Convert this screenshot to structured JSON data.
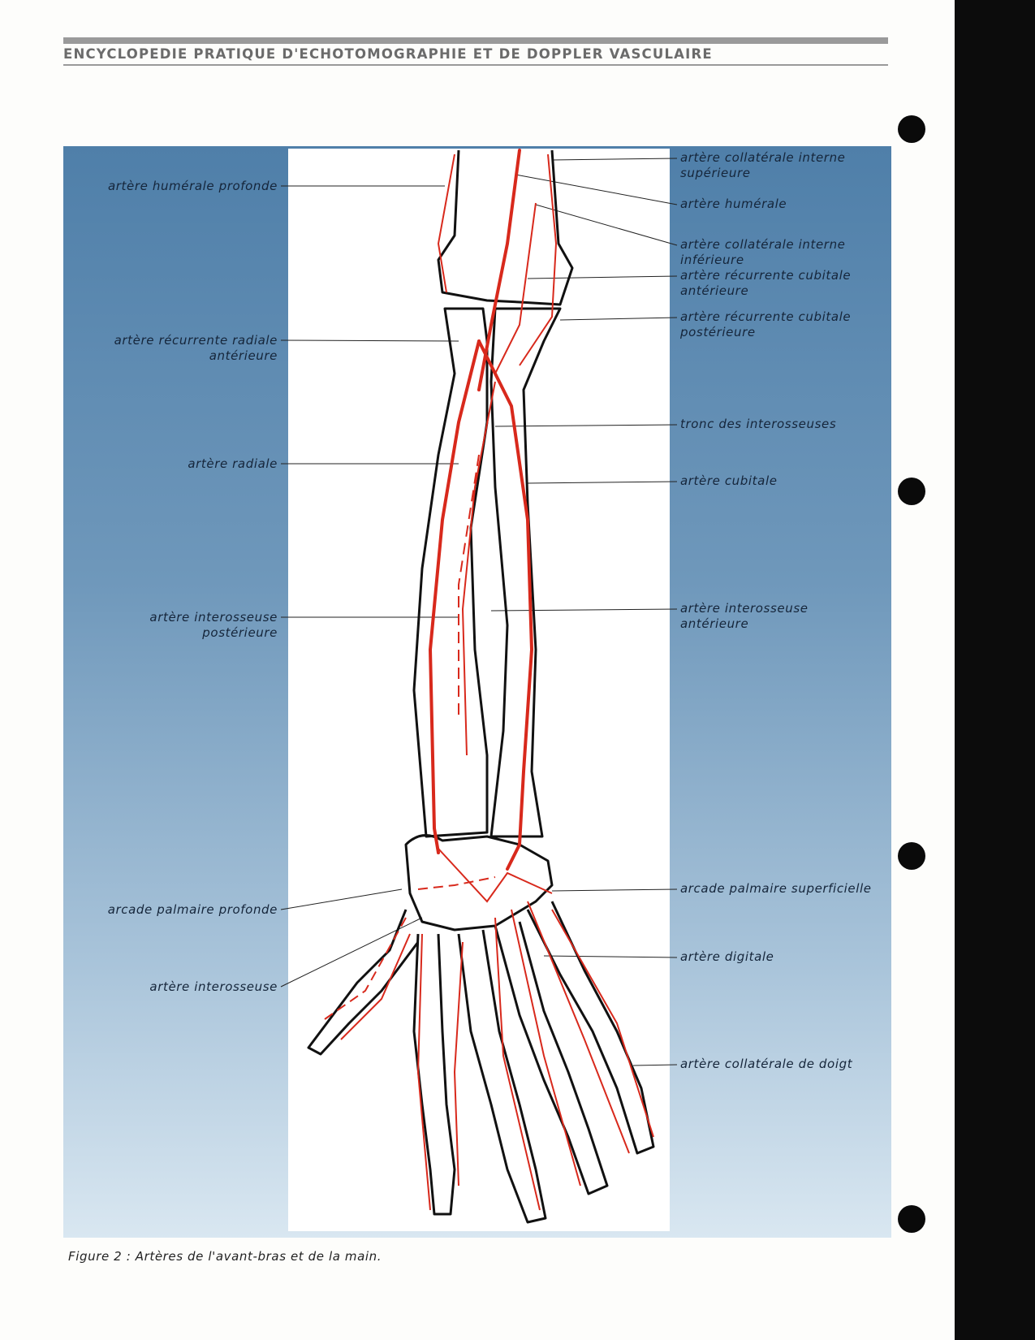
{
  "header": {
    "title": "ENCYCLOPEDIE PRATIQUE D'ECHOTOMOGRAPHIE ET DE DOPPLER VASCULAIRE"
  },
  "figure": {
    "caption": "Figure 2 : Artères de l'avant-bras et de la main.",
    "colors": {
      "artery": "#d8291c",
      "bone": "#111111",
      "panel_top": "#4f7fa9",
      "panel_bottom": "#d9e7f1"
    },
    "labels_left": [
      {
        "text": "artère humérale profonde"
      },
      {
        "text": "artère récurrente radiale\nantérieure"
      },
      {
        "text": "artère radiale"
      },
      {
        "text": "artère interosseuse\npostérieure"
      },
      {
        "text": "arcade palmaire profonde"
      },
      {
        "text": "artère interosseuse"
      }
    ],
    "labels_right": [
      {
        "text": "artère collatérale interne\nsupérieure"
      },
      {
        "text": "artère humérale"
      },
      {
        "text": "artère collatérale interne\ninférieure"
      },
      {
        "text": "artère récurrente cubitale\nantérieure"
      },
      {
        "text": "artère récurrente cubitale\npostérieure"
      },
      {
        "text": "tronc des interosseuses"
      },
      {
        "text": "artère cubitale"
      },
      {
        "text": "artère interosseuse\nantérieure"
      },
      {
        "text": "arcade palmaire superficielle"
      },
      {
        "text": "artère digitale"
      },
      {
        "text": "artère collatérale de doigt"
      }
    ]
  }
}
